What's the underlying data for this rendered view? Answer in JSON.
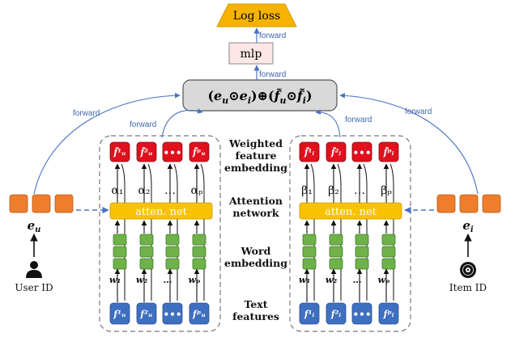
{
  "top": {
    "loss_label": "Log loss",
    "mlp_label": "mlp",
    "fusion_formula": "(e_u⊙e_i)⊕(f̃_u⊙f̃_i)"
  },
  "arrows": {
    "forward": "forward"
  },
  "middle_labels": {
    "weighted": [
      "Weighted",
      "feature",
      "embedding"
    ],
    "attention": [
      "Attention",
      "network"
    ],
    "word": [
      "Word",
      "embedding"
    ],
    "text": [
      "Text",
      "features"
    ]
  },
  "left": {
    "atten_label": "atten. net",
    "alphas": [
      "α₁",
      "α₂",
      "…",
      "αₚ"
    ],
    "weights": [
      "w₁",
      "w₂",
      "…",
      "wₚ"
    ],
    "top_boxes": [
      "f̃¹ᵤ",
      "f̃²ᵤ",
      "•••",
      "f̃ᵖᵤ"
    ],
    "bottom_boxes": [
      "f¹ᵤ",
      "f²ᵤ",
      "•••",
      "fᵖᵤ"
    ],
    "embed_symbol": "eᵤ",
    "id_label": "User ID"
  },
  "right": {
    "atten_label": "atten. net",
    "betas": [
      "β₁",
      "β₂",
      "…",
      "βₚ"
    ],
    "weights": [
      "w₁",
      "w₂",
      "…",
      "wₚ"
    ],
    "top_boxes": [
      "f̃¹ᵢ",
      "f̃²ᵢ",
      "•••",
      "f̃ᵖᵢ"
    ],
    "bottom_boxes": [
      "f¹ᵢ",
      "f²ᵢ",
      "•••",
      "fᵖᵢ"
    ],
    "embed_symbol": "eᵢ",
    "id_label": "Item ID"
  },
  "colors": {
    "loss_fill": "#f5b300",
    "mlp_fill": "#fde6e6",
    "fusion_fill": "#d9d9d9",
    "red_box": "#e0101c",
    "blue_box": "#3f6fc0",
    "green_box": "#6fb24a",
    "atten_fill": "#f9c200",
    "embed_fill": "#ee7d2c",
    "arrow_blue": "#4a72c0"
  },
  "icons": {
    "user": "user-icon",
    "item": "disc-icon"
  }
}
